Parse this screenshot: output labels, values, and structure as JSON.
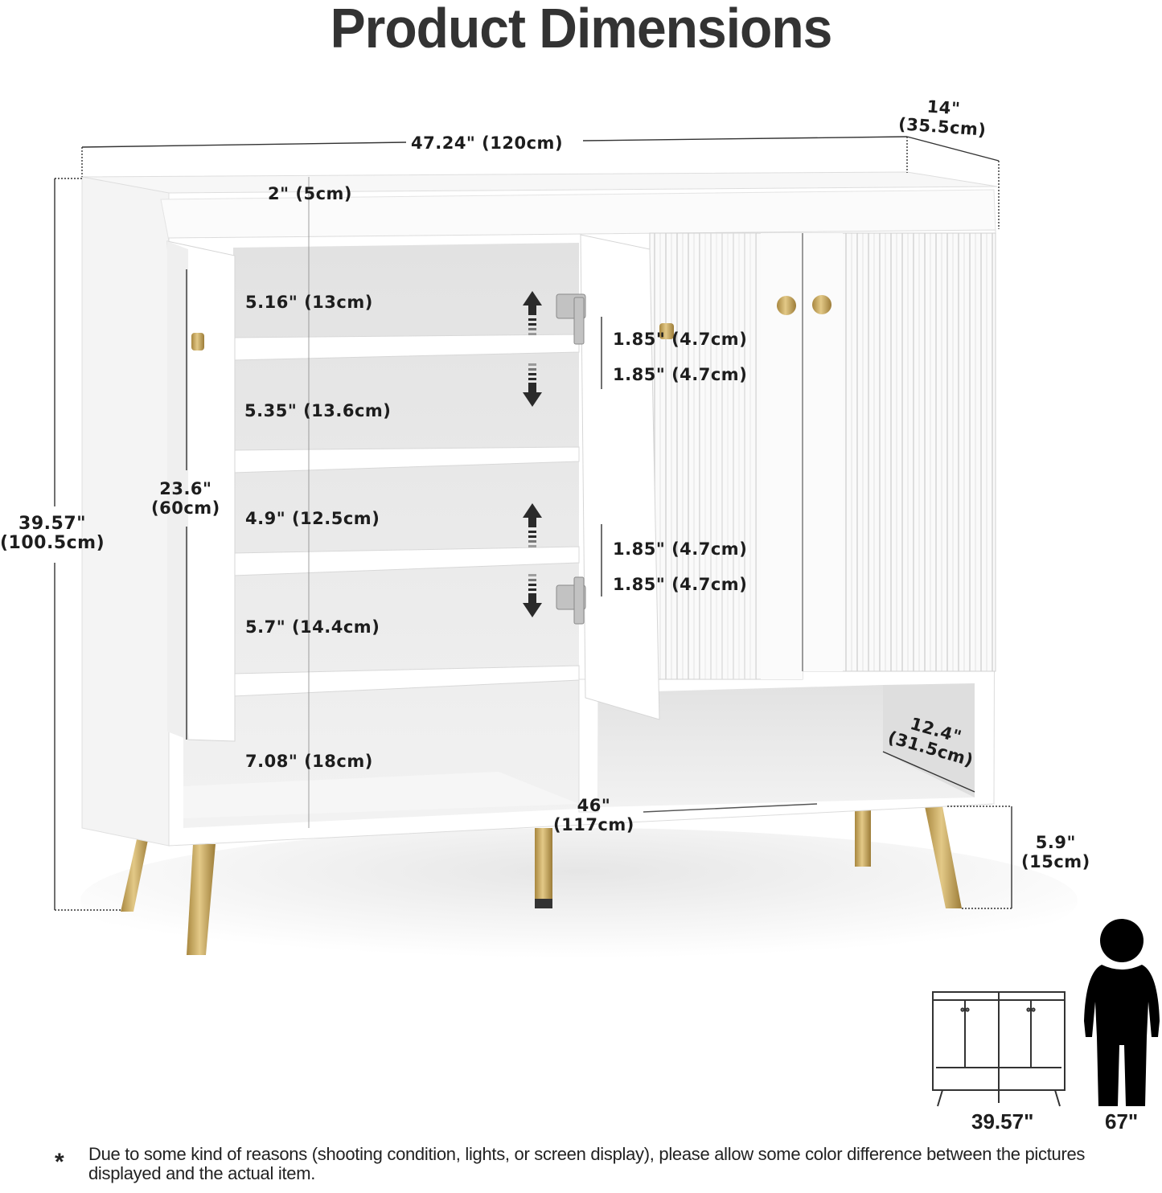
{
  "title": "Product Dimensions",
  "colors": {
    "title": "#333333",
    "cabinet": "#ffffff",
    "cabinet_shadow": "#e4e4e4",
    "interior": "#ececec",
    "gold": "#c9a85a",
    "dimension_line": "#333333",
    "silhouette": "#000000"
  },
  "dimensions": {
    "overall_width": "47.24\" (120cm)",
    "depth": {
      "inch": "14\"",
      "cm": "(35.5cm)"
    },
    "top_lip": "2\" (5cm)",
    "overall_height": {
      "inch": "39.57\"",
      "cm": "(100.5cm)"
    },
    "door_height": {
      "inch": "23.6\"",
      "cm": "(60cm)"
    },
    "shelf_gaps": [
      "5.16\" (13cm)",
      "5.35\" (13.6cm)",
      "4.9\" (12.5cm)",
      "5.7\" (14.4cm)",
      "7.08\" (18cm)"
    ],
    "shelf_adjust_upper": [
      "1.85\" (4.7cm)",
      "1.85\" (4.7cm)"
    ],
    "shelf_adjust_lower": [
      "1.85\" (4.7cm)",
      "1.85\" (4.7cm)"
    ],
    "inner_width": {
      "inch": "46\"",
      "cm": "(117cm)"
    },
    "inner_depth": {
      "inch": "12.4\"",
      "cm": "(31.5cm)"
    },
    "leg_height": {
      "inch": "5.9\"",
      "cm": "(15cm)"
    }
  },
  "scale_comparison": {
    "cabinet_label": "39.57\"",
    "person_label": "67\""
  },
  "icons": {
    "adjust_arrow": "double-vertical-arrow-icon",
    "hinge": "hinge-icon",
    "person": "person-silhouette-icon",
    "cabinet_outline": "cabinet-outline-icon"
  },
  "footnote": {
    "symbol": "*",
    "text": "Due to some kind of reasons (shooting condition, lights, or screen display), please allow some color difference between the pictures displayed and the actual item."
  }
}
